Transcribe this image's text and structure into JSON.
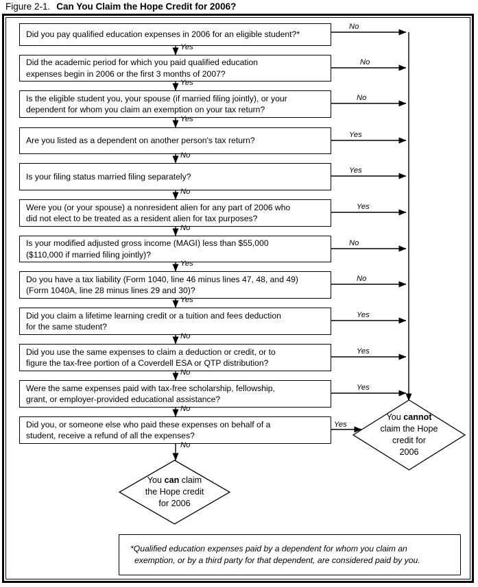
{
  "figure": {
    "number": "Figure 2-1.",
    "title": "Can You Claim the Hope Credit for 2006?"
  },
  "chart_data": {
    "type": "diagram",
    "diagram_kind": "decision-flowchart",
    "title": "Can You Claim the Hope Credit for 2006?",
    "nodes": [
      {
        "id": "q1",
        "kind": "process",
        "text": "Did you pay qualified education expenses in 2006 for an eligible student?*"
      },
      {
        "id": "q2",
        "kind": "process",
        "text": "Did the academic period for which you paid qualified education expenses begin in 2006 or the first 3 months of 2007?"
      },
      {
        "id": "q3",
        "kind": "process",
        "text": "Is the eligible student you, your spouse (if married filing jointly), or your dependent for whom you claim an exemption on your tax return?"
      },
      {
        "id": "q4",
        "kind": "process",
        "text": "Are you listed as a dependent on another person's tax return?"
      },
      {
        "id": "q5",
        "kind": "process",
        "text": "Is your filing status married filing separately?"
      },
      {
        "id": "q6",
        "kind": "process",
        "text": "Were you (or your spouse) a nonresident alien for any part of 2006 who did not elect to be treated as a resident alien for tax purposes?"
      },
      {
        "id": "q7",
        "kind": "process",
        "text": "Is your modified adjusted gross income (MAGI) less than $55,000 ($110,000 if married filing jointly)?"
      },
      {
        "id": "q8",
        "kind": "process",
        "text": "Do you have a tax liability (Form 1040, line 46 minus lines 47, 48, and 49) (Form 1040A, line 28 minus lines 29 and 30)?"
      },
      {
        "id": "q9",
        "kind": "process",
        "text": "Did you claim a lifetime learning credit or a tuition and fees deduction for the same student?"
      },
      {
        "id": "q10",
        "kind": "process",
        "text": "Did you use the same expenses to claim a deduction or credit, or to figure the tax-free portion of a Coverdell ESA or QTP distribution?"
      },
      {
        "id": "q11",
        "kind": "process",
        "text": "Were the same expenses paid with tax-free scholarship, fellowship, grant, or employer-provided educational assistance?"
      },
      {
        "id": "q12",
        "kind": "process",
        "text": "Did you, or someone else who paid these expenses on behalf of a student, receive a refund of all the expenses?"
      },
      {
        "id": "cannot",
        "kind": "terminal-diamond",
        "text": "You cannot claim the Hope credit for 2006"
      },
      {
        "id": "can",
        "kind": "terminal-diamond",
        "text": "You can claim the Hope credit for 2006"
      }
    ],
    "edges": [
      {
        "from": "q1",
        "to": "q2",
        "label": "Yes"
      },
      {
        "from": "q1",
        "to": "cannot",
        "label": "No"
      },
      {
        "from": "q2",
        "to": "q3",
        "label": "Yes"
      },
      {
        "from": "q2",
        "to": "cannot",
        "label": "No"
      },
      {
        "from": "q3",
        "to": "q4",
        "label": "Yes"
      },
      {
        "from": "q3",
        "to": "cannot",
        "label": "No"
      },
      {
        "from": "q4",
        "to": "q5",
        "label": "No"
      },
      {
        "from": "q4",
        "to": "cannot",
        "label": "Yes"
      },
      {
        "from": "q5",
        "to": "q6",
        "label": "No"
      },
      {
        "from": "q5",
        "to": "cannot",
        "label": "Yes"
      },
      {
        "from": "q6",
        "to": "q7",
        "label": "No"
      },
      {
        "from": "q6",
        "to": "cannot",
        "label": "Yes"
      },
      {
        "from": "q7",
        "to": "q8",
        "label": "Yes"
      },
      {
        "from": "q7",
        "to": "cannot",
        "label": "No"
      },
      {
        "from": "q8",
        "to": "q9",
        "label": "Yes"
      },
      {
        "from": "q8",
        "to": "cannot",
        "label": "No"
      },
      {
        "from": "q9",
        "to": "q10",
        "label": "No"
      },
      {
        "from": "q9",
        "to": "cannot",
        "label": "Yes"
      },
      {
        "from": "q10",
        "to": "q11",
        "label": "No"
      },
      {
        "from": "q10",
        "to": "cannot",
        "label": "Yes"
      },
      {
        "from": "q11",
        "to": "q12",
        "label": "No"
      },
      {
        "from": "q11",
        "to": "cannot",
        "label": "Yes"
      },
      {
        "from": "q12",
        "to": "can",
        "label": "No"
      },
      {
        "from": "q12",
        "to": "cannot",
        "label": "Yes"
      }
    ]
  },
  "boxes": {
    "q1": "Did you pay qualified education expenses in 2006 for an eligible student?*",
    "q2l1": "Did the academic period for which you paid qualified education",
    "q2l2": "expenses begin in 2006 or the first 3 months of 2007?",
    "q3l1": "Is the eligible student you, your spouse (if married filing jointly), or your",
    "q3l2": "dependent for whom you claim an exemption on your tax return?",
    "q4": "Are you listed as a dependent on another person's tax return?",
    "q5": "Is your filing status married filing separately?",
    "q6l1": "Were you (or your spouse) a nonresident alien for any part of 2006 who",
    "q6l2": "did not elect to be treated as a resident alien for tax purposes?",
    "q7l1": "Is your modified adjusted gross income (MAGI) less than $55,000",
    "q7l2": "($110,000 if married filing jointly)?",
    "q8l1": "Do you have a tax liability (Form 1040, line 46 minus lines 47, 48, and 49)",
    "q8l2": "(Form 1040A, line 28 minus lines 29 and 30)?",
    "q9l1": "Did you claim a lifetime learning credit or a tuition and fees deduction",
    "q9l2": "for the same student?",
    "q10l1": "Did you use the same expenses to claim a deduction or credit, or to",
    "q10l2": "figure the tax-free portion of a Coverdell ESA or QTP distribution?",
    "q11l1": "Were the same expenses paid with tax-free scholarship, fellowship,",
    "q11l2": "grant, or employer-provided educational assistance?",
    "q12l1": "Did you, or someone else who paid these expenses on behalf of a",
    "q12l2": "student, receive a refund of all the expenses?"
  },
  "terminals": {
    "cannot": {
      "line1_pre": "You ",
      "line1_bold": "cannot",
      "line2": "claim the Hope",
      "line3": "credit for",
      "line4": "2006"
    },
    "can": {
      "line1_pre": "You ",
      "line1_bold": "can",
      "line1_post": " claim",
      "line2": "the Hope credit",
      "line3": "for 2006"
    }
  },
  "edge_labels": {
    "yes": "Yes",
    "no": "No",
    "down": [
      {
        "id": "d1",
        "label": "Yes"
      },
      {
        "id": "d2",
        "label": "Yes"
      },
      {
        "id": "d3",
        "label": "Yes"
      },
      {
        "id": "d4",
        "label": "No"
      },
      {
        "id": "d5",
        "label": "No"
      },
      {
        "id": "d6",
        "label": "No"
      },
      {
        "id": "d7",
        "label": "Yes"
      },
      {
        "id": "d8",
        "label": "Yes"
      },
      {
        "id": "d9",
        "label": "No"
      },
      {
        "id": "d10",
        "label": "No"
      },
      {
        "id": "d11",
        "label": "No"
      },
      {
        "id": "d12",
        "label": "No"
      }
    ],
    "right": [
      {
        "id": "r1",
        "label": "No"
      },
      {
        "id": "r2",
        "label": "No"
      },
      {
        "id": "r3",
        "label": "No"
      },
      {
        "id": "r4",
        "label": "Yes"
      },
      {
        "id": "r5",
        "label": "Yes"
      },
      {
        "id": "r6",
        "label": "Yes"
      },
      {
        "id": "r7",
        "label": "No"
      },
      {
        "id": "r8",
        "label": "No"
      },
      {
        "id": "r9",
        "label": "Yes"
      },
      {
        "id": "r10",
        "label": "Yes"
      },
      {
        "id": "r11",
        "label": "Yes"
      },
      {
        "id": "r12",
        "label": "Yes"
      }
    ]
  },
  "footnote": {
    "text": "*Qualified education expenses paid by a dependent for whom you claim an exemption, or by a third party for that dependent, are considered paid by you."
  },
  "colors": {
    "ink": "#000000",
    "paper": "#ffffff"
  }
}
